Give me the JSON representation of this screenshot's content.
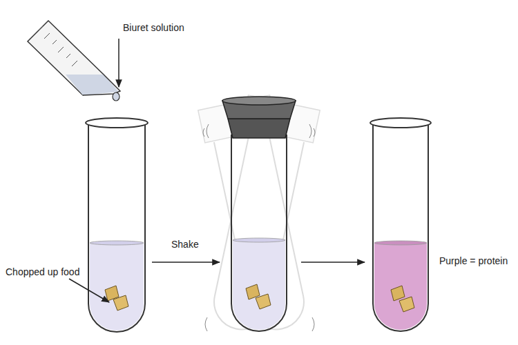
{
  "diagram": {
    "labels": [
      "Biuret solution",
      "Chopped up food",
      "Shake",
      "Purple = protein"
    ]
  }
}
